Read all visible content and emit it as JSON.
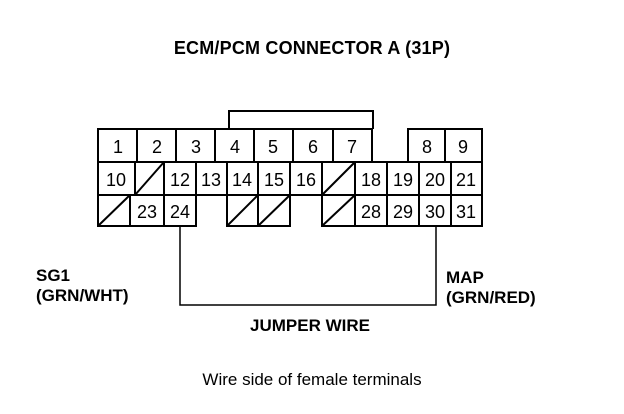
{
  "title": "ECM/PCM CONNECTOR A (31P)",
  "left_label": {
    "line1": "SG1",
    "line2": "(GRN/WHT)"
  },
  "right_label": {
    "line1": "MAP",
    "line2": "(GRN/RED)"
  },
  "jumper_label": "JUMPER WIRE",
  "caption": "Wire side of female terminals",
  "terminals": {
    "row1": [
      "1",
      "2",
      "3",
      "4",
      "5",
      "6",
      "7",
      "8",
      "9"
    ],
    "row2": [
      "10",
      "12",
      "13",
      "14",
      "15",
      "16",
      "18",
      "19",
      "20",
      "21"
    ],
    "row3": [
      "23",
      "24",
      "28",
      "29",
      "30",
      "31"
    ]
  }
}
